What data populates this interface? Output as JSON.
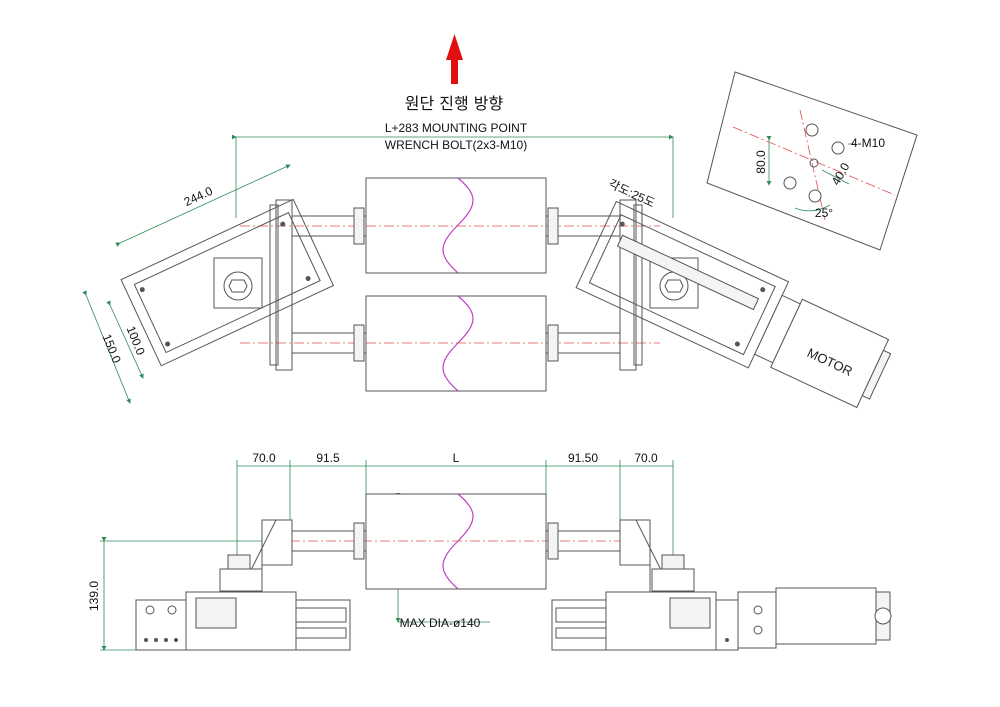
{
  "direction_label": "원단 진행 방향",
  "mounting_point": "L+283 MOUNTING POINT",
  "wrench_bolt": "WRENCH BOLT(2x3-M10)",
  "angle_label": "각도:25도",
  "motor_label": "MOTOR",
  "detail": {
    "bolt_label": "4-M10",
    "dim_vertical": "80.0",
    "dim_diag": "40.0",
    "angle": "25°"
  },
  "top_view_dims": {
    "d244": "244.0",
    "d100": "100.0",
    "d150": "150.0"
  },
  "front_view_dims": {
    "left_70": "70.0",
    "left_915": "91.5",
    "center_L": "L",
    "right_915": "91.50",
    "right_70": "70.0",
    "height": "139.0"
  },
  "max_dia": "MAX DIA-ø140",
  "colors": {
    "arrow": "#e01010",
    "dimension": "#2e8b57",
    "centerline": "#e05050",
    "roller_arc": "#c040c0"
  }
}
